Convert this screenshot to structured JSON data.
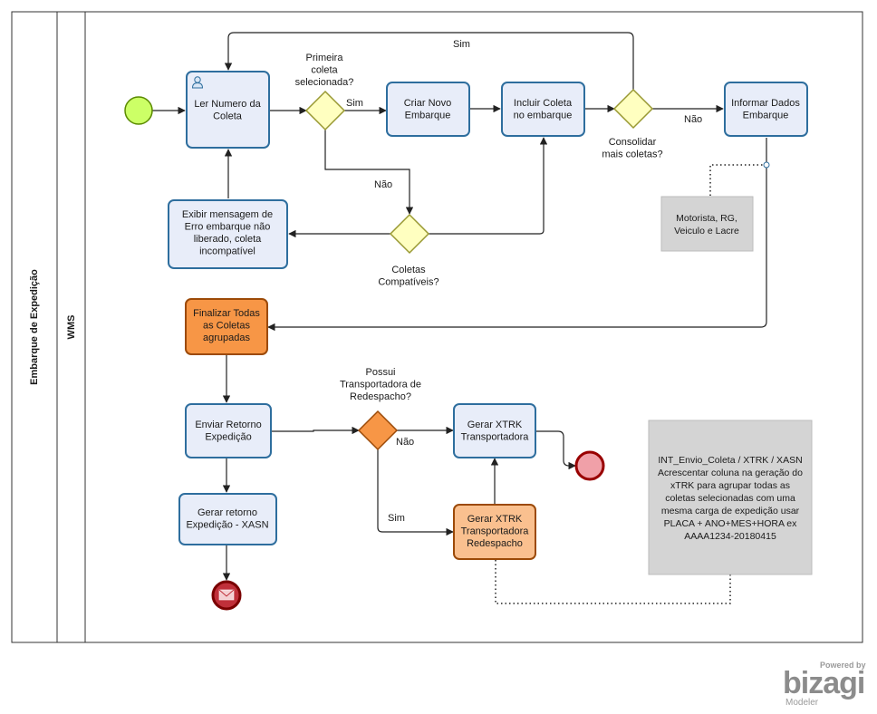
{
  "pool": {
    "label": "Embarque de Expedição"
  },
  "lane": {
    "label": "WMS"
  },
  "tasks": {
    "ler_numero": "Ler Numero da\nColeta",
    "criar_novo": "Criar Novo\nEmbarque",
    "incluir_coleta": "Incluir Coleta\nno embarque",
    "informar_dados": "Informar Dados\nEmbarque",
    "exibir_mensagem": "Exibir mensagem de\nErro embarque não\nliberado, coleta\nincompatível",
    "finalizar": "Finalizar Todas\nas Coletas\nagrupadas",
    "enviar_retorno": "Enviar Retorno\nExpedição",
    "gerar_retorno": "Gerar retorno\nExpedição - XASN",
    "gerar_xtrk": "Gerar XTRK\nTransportadora",
    "gerar_xtrk_redespacho": "Gerar XTRK\nTransportadora\nRedespacho"
  },
  "gateways": {
    "primeira": "Primeira\ncoleta\nselecionada?",
    "consolidar": "Consolidar\nmais coletas?",
    "compativeis": "Coletas\nCompatíveis?",
    "transportadora": "Possui\nTransportadora de\nRedespacho?"
  },
  "flow_labels": {
    "sim_top": "Sim",
    "sim_primeira": "Sim",
    "nao_primeira": "Não",
    "nao_consolidar": "Não",
    "nao_transportadora": "Não",
    "sim_transportadora": "Sim"
  },
  "annotations": {
    "motorista": "Motorista, RG,\nVeiculo e Lacre",
    "int_envio": "INT_Envio_Coleta / XTRK / XASN\nAcrescentar coluna na geração do\nxTRK para agrupar todas as\ncoletas selecionadas com uma\nmesma carga de expedição usar\nPLACA + ANO+MES+HORA ex\nAAAA1234-20180415"
  },
  "watermark": {
    "powered": "Powered by",
    "brand": "bizagi",
    "modeler": "Modeler"
  },
  "colors": {
    "task_fill": "#e8edf9",
    "task_stroke": "#2e6e9e",
    "orange_fill": "#f79646",
    "orange_stroke": "#9c4a08",
    "light_orange_fill": "#fac08f",
    "gateway_fill": "#ffffc0",
    "gateway_stroke": "#999933",
    "gateway_orange_fill": "#f79646",
    "start_fill": "#ccff66",
    "start_stroke": "#5a8a00",
    "end_fill": "#f0a0a8",
    "end_stroke": "#990000",
    "message_end_fill": "#c0303a",
    "annotation_fill": "#d4d4d4",
    "brand_gray": "#8c8c8c",
    "brand_orange": "#f39c12"
  }
}
